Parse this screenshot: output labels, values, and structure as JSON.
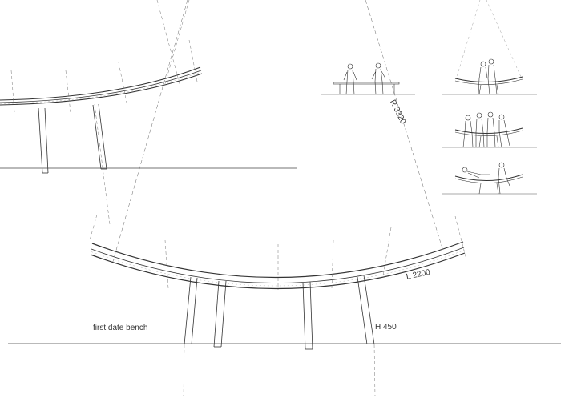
{
  "drawing": {
    "title": "first date bench",
    "length_label": "L 2200",
    "height_label": "H 450",
    "radius_label": "R 3320"
  },
  "usage_views": [
    "two-sitting-upright",
    "four-sitting-close",
    "one-reclining"
  ]
}
